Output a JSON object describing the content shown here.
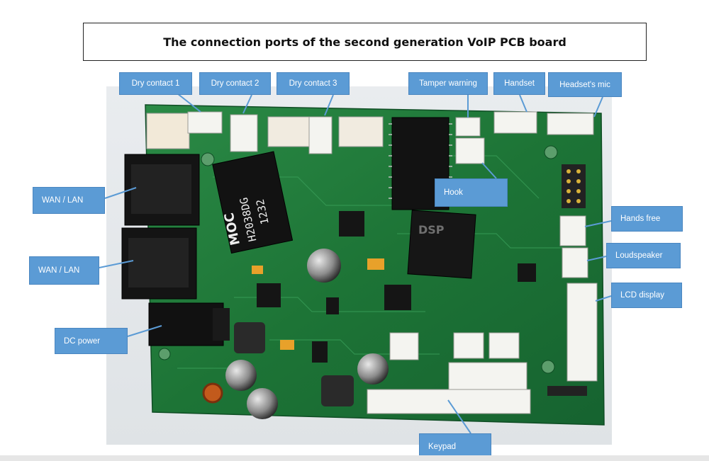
{
  "title": "The connection ports of the second generation VoIP PCB board",
  "labels": {
    "dry_contact_1": "Dry contact 1",
    "dry_contact_2": "Dry contact 2",
    "dry_contact_3": "Dry contact 3",
    "tamper_warning": "Tamper warning",
    "handset": "Handset",
    "headset_mic": "Headset's mic",
    "hook": "Hook",
    "wan_lan_1": "WAN / LAN",
    "wan_lan_2": "WAN / LAN",
    "hands_free": "Hands free",
    "loudspeaker": "Loudspeaker",
    "lcd_display": "LCD display",
    "dc_power": "DC power",
    "keypad": "Keypad"
  },
  "chip_markings": {
    "transformer_line1": "MOC",
    "transformer_line2": "H2038DG",
    "transformer_line3": "1232",
    "dsp": "DSP"
  },
  "colors": {
    "callout": "#5b9bd5",
    "pcb": "#1e7a3c",
    "connector": "#f4f4f0"
  }
}
